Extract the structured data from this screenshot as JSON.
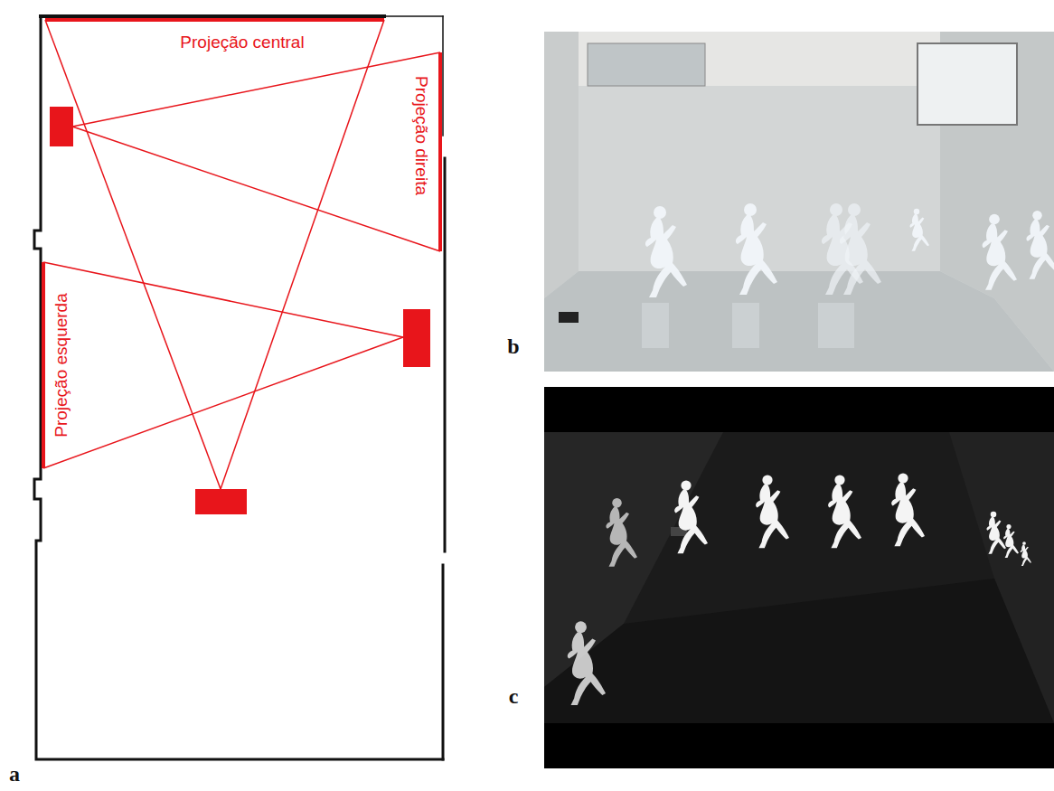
{
  "diagram": {
    "labels": [
      "Projeção central",
      "Projeção direita",
      "Projeção esquerda",
      "a",
      "b",
      "c"
    ]
  }
}
